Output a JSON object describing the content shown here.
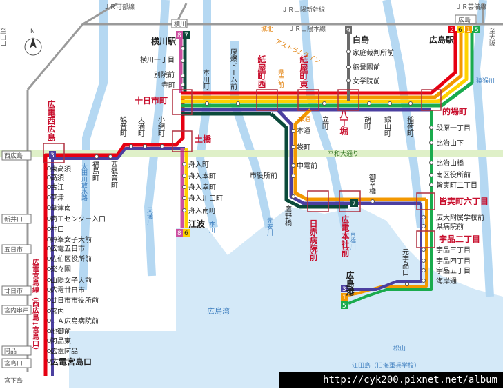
{
  "jr_lines": {
    "kabe": "ＪＲ可部線",
    "sanyo_shinkansen": "ＪＲ山陽新幹線",
    "sanyo_main": "ＪＲ山陽本線",
    "geibi": "ＪＲ芸備線",
    "to_sanyo_left": "至山口",
    "to_osaka": "至大阪"
  },
  "route_numbers": {
    "yokogawa": [
      "8",
      "7"
    ],
    "hiroshima": [
      "2",
      "6",
      "1",
      "5"
    ],
    "nishi_hiroshima": [
      "3"
    ],
    "hakushima": [
      "9"
    ],
    "tokaichi_bottom": [
      "8",
      "6"
    ],
    "honsha": [
      "7"
    ],
    "ujina": [
      "3",
      "1",
      "5"
    ]
  },
  "major_stops": {
    "hiroshima_st": "広島駅",
    "yokogawa_st": "横川駅",
    "tokaichi": "十日市町",
    "kamiyacho_nishi": "紙屋町西",
    "kamiyacho_higashi": "紙屋町東",
    "hatchobori": "八丁堀",
    "matoba": "的場町",
    "dobashi": "土橋",
    "hiroden_nishi_hiroshima": "広電西広島",
    "nisseki": "日赤病院前",
    "honsha": "広電本社前",
    "minamimachi6": "皆実町六丁目",
    "ujina2": "宇品二丁目",
    "hiroshima_port": "広島港",
    "miyajimaguchi": "広電宮島口",
    "eba": "江波",
    "hakushima": "白島",
    "hondori": "本通"
  },
  "yokogawa_line": [
    "横川",
    "横川一丁目",
    "別院前",
    "寺町"
  ],
  "hakushima_line": [
    "家庭裁判所前",
    "縮景園前",
    "女学院前"
  ],
  "main_line_top": [
    "原爆ドーム前",
    "本川町",
    "立町",
    "胡町",
    "銀山町",
    "稲荷町"
  ],
  "matoba_south": [
    "段原一丁目",
    "比治山下",
    "比治山橋",
    "南区役所前",
    "皆実町二丁目"
  ],
  "ujina_line": [
    "広大附属学校前",
    "県病院前",
    "宇品三丁目",
    "宇品四丁目",
    "宇品五丁目",
    "海岸通"
  ],
  "motoujina": "元宇品口",
  "ujina_west": [
    "御幸橋"
  ],
  "ujina_route_left": [
    "本通",
    "袋町",
    "中電前",
    "市役所前",
    "鷹野橋"
  ],
  "eba_line": [
    "舟入町",
    "舟入本町",
    "舟入幸町",
    "舟入川口町",
    "舟入南町"
  ],
  "west_line": [
    "観音町",
    "天満町",
    "小網町",
    "福島町",
    "西観音町"
  ],
  "miyajima_line": [
    "東高須",
    "高須",
    "古江",
    "草津",
    "草津南",
    "商工センター入口",
    "井口",
    "鈴峯女子大前",
    "広電五日市",
    "佐伯区役所前",
    "楽々園",
    "山陽女子大前",
    "広電廿日市",
    "廿日市市役所前",
    "宮内",
    "ＪＡ広島病院前",
    "地御前",
    "阿品東",
    "広電阿品"
  ],
  "left_jr_stations": [
    "西広島",
    "新井口",
    "五日市",
    "廿日市",
    "宮内串戸",
    "阿品",
    "宮島口",
    "宮下島"
  ],
  "misc": {
    "hiroshima_jr": "広島",
    "yokogawa_jr": "横川",
    "mukainada": "至大阪",
    "heiwa_odori": "平和大通り",
    "hiroshima_bay": "広島湾",
    "matsuyama": "松山",
    "etajima": "江田島（旧海軍兵学校）",
    "jono": "城北",
    "astram": "アストラムライン",
    "kencho": "県庁前",
    "hondori_orange": "本通",
    "miyajima_line_name": "広電宮島線（西広島↓宮島口）",
    "sarugawa": "猿猴川",
    "ota_river": "太田川放水路",
    "tenma_river": "天満川",
    "hon_river": "本川",
    "motoyasu": "元安川",
    "kyobashi": "京橋川"
  },
  "footer_url": "http://cyk200.pixnet.net/album",
  "colors": {
    "line1": "#f39800",
    "line2": "#e60012",
    "line3": "#4b3fa0",
    "line5": "#1aab4d",
    "line6": "#ffd200",
    "line7": "#0b4a3a",
    "line8": "#cc4fa0",
    "line9": "#6a6a6a",
    "water": "#cfe6f7",
    "river": "#a9d2ef"
  }
}
